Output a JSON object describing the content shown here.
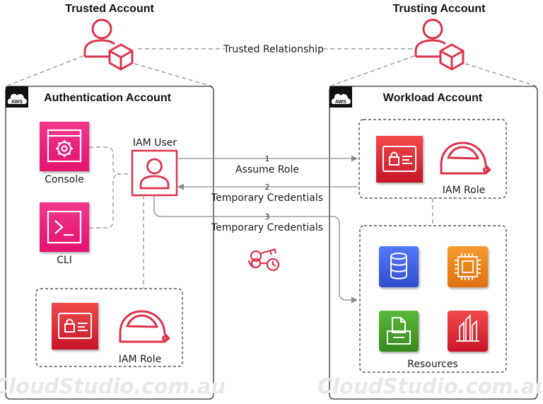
{
  "trusted_account": {
    "title": "Trusted Account"
  },
  "trusting_account": {
    "title": "Trusting Account"
  },
  "relationship": {
    "label": "Trusted Relationship"
  },
  "auth_account": {
    "title": "Authentication Account",
    "badge": "AWS",
    "console_label": "Console",
    "cli_label": "CLI",
    "iam_user_label": "IAM User",
    "iam_role_label": "IAM Role",
    "watermark": "CloudStudio.com.au"
  },
  "workload_account": {
    "title": "Workload Account",
    "badge": "AWS",
    "iam_role_label": "IAM Role",
    "resources_label": "Resources",
    "watermark": "CloudStudio.com.au"
  },
  "flows": {
    "step1_num": "1",
    "step1_label": "Assume Role",
    "step2_num": "2",
    "step2_label": "Temporary Credentials",
    "step3_num": "3",
    "step3_label": "Temporary Credentials"
  },
  "colors": {
    "iam_red": "#dd344c",
    "pink_grad_top": "#f2378c",
    "pink_grad_bottom": "#e4126f",
    "red_grad_top": "#f24a4a",
    "red_grad_bottom": "#c8162a",
    "db_blue": "#3b5fe0",
    "compute_orange": "#f58a1f",
    "storage_green": "#4aa32b",
    "line_gray": "#8a8a8a"
  },
  "icons": [
    "user-cube-icon",
    "gear-window-icon",
    "terminal-icon",
    "user-icon",
    "id-card-lock-icon",
    "hard-hat-icon",
    "database-icon",
    "chip-icon",
    "storage-icon",
    "columns-icon",
    "keys-icon",
    "aws-cloud-icon"
  ]
}
